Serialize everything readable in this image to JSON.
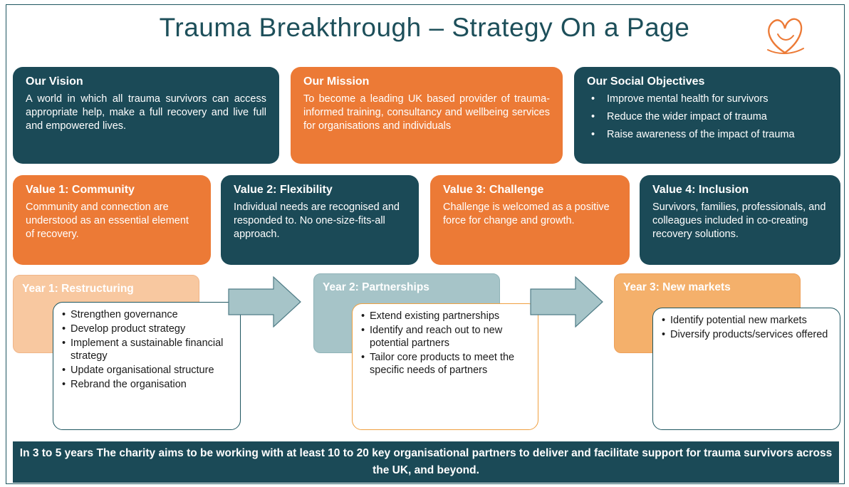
{
  "title": "Trauma Breakthrough – Strategy On a Page",
  "vision": {
    "heading": "Our Vision",
    "text": "A world in which all trauma survivors can access appropriate help,  make a full recovery and live full and empowered lives."
  },
  "mission": {
    "heading": "Our Mission",
    "text": "To become a leading UK based provider of trauma-informed training, consultancy and wellbeing services for organisations and individuals"
  },
  "objectives": {
    "heading": "Our Social Objectives",
    "items": [
      "Improve mental health for survivors",
      "Reduce the wider impact of trauma",
      "Raise awareness of the impact of trauma"
    ]
  },
  "values": [
    {
      "heading": "Value 1: Community",
      "text": "Community and connection are understood as an essential element of recovery."
    },
    {
      "heading": "Value 2: Flexibility",
      "text": "Individual needs are recognised and responded to. No one-size-fits-all approach."
    },
    {
      "heading": "Value 3: Challenge",
      "text": "Challenge is welcomed as a positive force for change and growth."
    },
    {
      "heading": "Value 4: Inclusion",
      "text": "Survivors, families, professionals, and colleagues included in co-creating recovery solutions."
    }
  ],
  "years": [
    {
      "label": "Year 1: Restructuring",
      "items": [
        "Strengthen governance",
        "Develop product strategy",
        "Implement a sustainable financial strategy",
        "Update organisational structure",
        "Rebrand the organisation"
      ]
    },
    {
      "label": "Year 2: Partnerships",
      "items": [
        "Extend existing partnerships",
        "Identify and reach out to new potential partners",
        "Tailor core products to meet the specific needs of partners"
      ]
    },
    {
      "label": "Year 3: New markets",
      "items": [
        "Identify potential new markets",
        "Diversify products/services offered"
      ]
    }
  ],
  "footer": "In 3 to 5 years The charity aims to be working with at least 10 to 20 key organisational partners to deliver and facilitate support for trauma survivors across the UK, and beyond.",
  "colors": {
    "teal": "#1b4a57",
    "orange": "#ec7a36",
    "year1": "#f8c8a0",
    "year2": "#a6c4c8",
    "year3": "#f4b06b",
    "arrow": "#a6c4c8"
  }
}
